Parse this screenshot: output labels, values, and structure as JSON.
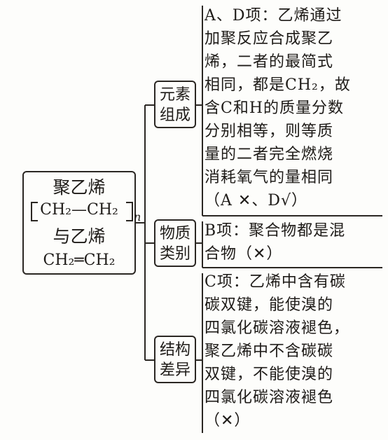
{
  "center": {
    "line1": "聚乙烯",
    "polymer_unit": "CH₂—CH₂",
    "subscript": "n",
    "line3": "与乙烯",
    "monomer": "CH₂═CH₂"
  },
  "branches": [
    {
      "category": "元素\n组成",
      "note": "A、D项：乙烯通过\n加聚反应合成聚乙\n烯，二者的最简式\n相同，都是CH₂，故\n含C和H的质量分数\n分别相等，则等质\n量的二者完全燃烧\n消耗氧气的量相同\n（A ✕、D√）"
    },
    {
      "category": "物质\n类别",
      "note": "B项：聚合物都是混\n合物（✕）"
    },
    {
      "category": "结构\n差异",
      "note": "C项：乙烯中含有碳\n碳双键，能使溴的\n四氯化碳溶液褪色，\n聚乙烯中不含碳碳\n双键，不能使溴的\n四氯化碳溶液褪色\n（✕）"
    }
  ]
}
